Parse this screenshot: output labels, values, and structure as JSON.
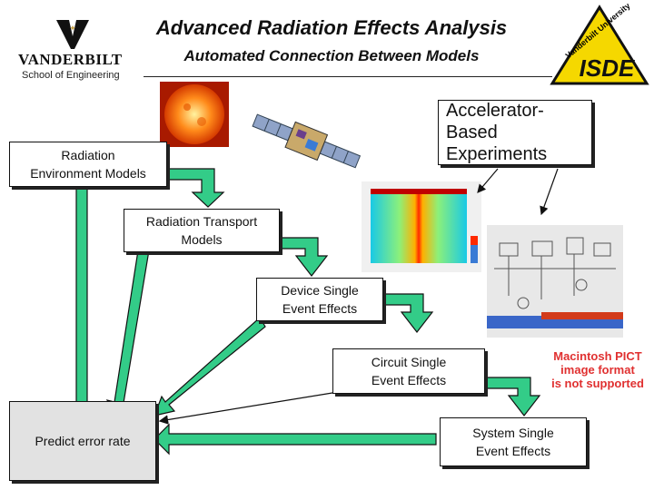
{
  "header": {
    "title": "Advanced Radiation Effects Analysis",
    "subtitle": "Automated Connection Between Models"
  },
  "logo_left": {
    "name": "VANDERBILT",
    "school": "School of Engineering"
  },
  "logo_right": {
    "text": "Vanderbilt University ISDE"
  },
  "nodes": {
    "environment": "Radiation\nEnvironment Models",
    "transport": "Radiation Transport\nModels",
    "device": "Device Single\nEvent Effects",
    "circuit": "Circuit Single\nEvent Effects",
    "system": "System Single\nEvent Effects",
    "predict": "Predict error rate",
    "accelerator": "Accelerator-Based\nExperiments"
  },
  "pict_notice": "Macintosh PICT\nimage format\nis not supported",
  "colors": {
    "arrow_fill": "#33cc88",
    "arrow_stroke": "#111111",
    "predict_bg": "#e2e2e2",
    "pict_text": "#e03030"
  }
}
